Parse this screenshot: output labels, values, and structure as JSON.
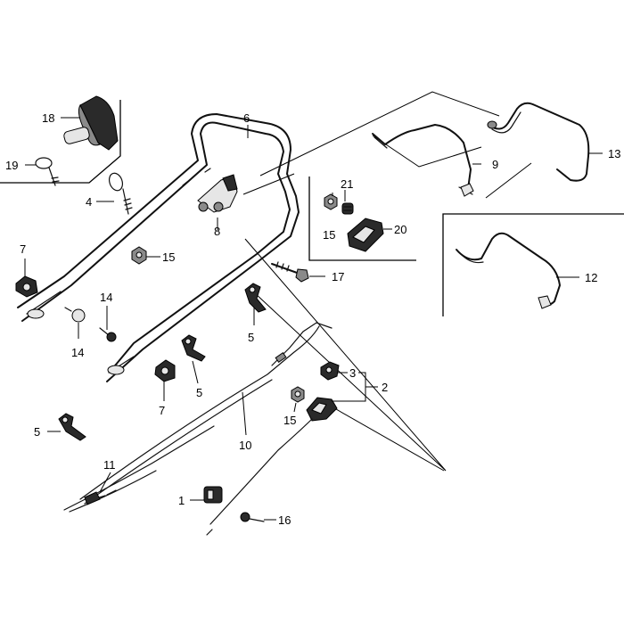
{
  "callouts": {
    "c1": "1",
    "c2": "2",
    "c3": "3",
    "c4": "4",
    "c5a": "5",
    "c5b": "5",
    "c5c": "5",
    "c6": "6",
    "c7a": "7",
    "c7b": "7",
    "c8": "8",
    "c9": "9",
    "c10": "10",
    "c11": "11",
    "c12": "12",
    "c13": "13",
    "c14a": "14",
    "c14b": "14",
    "c15a": "15",
    "c15b": "15",
    "c15c": "15",
    "c16": "16",
    "c17": "17",
    "c18": "18",
    "c19": "19",
    "c20": "20",
    "c21": "21"
  }
}
